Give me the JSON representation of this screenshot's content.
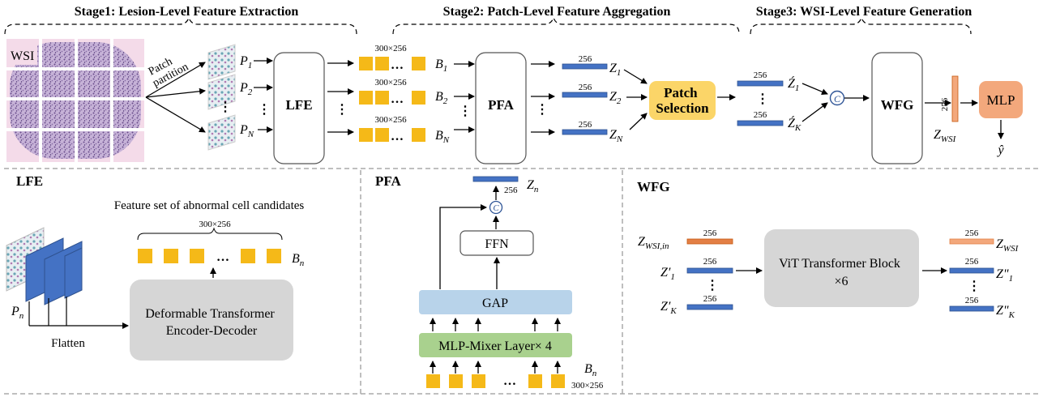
{
  "stages": {
    "stage1": "Stage1: Lesion-Level Feature Extraction",
    "stage2": "Stage2: Patch-Level Feature Aggregation",
    "stage3": "Stage3: WSI-Level Feature Generation"
  },
  "stage1": {
    "wsi_label": "WSI",
    "partition_label_1": "Patch",
    "partition_label_2": "partition",
    "patches": [
      {
        "sym": "P",
        "sub": "1"
      },
      {
        "sym": "P",
        "sub": "2"
      },
      {
        "sym": "P",
        "sub": "N"
      }
    ],
    "lfe_label": "LFE"
  },
  "stage2": {
    "dims": [
      "300×256",
      "300×256",
      "300×256"
    ],
    "bags": [
      {
        "sym": "B",
        "sub": "1"
      },
      {
        "sym": "B",
        "sub": "2"
      },
      {
        "sym": "B",
        "sub": "N"
      }
    ],
    "pfa_label": "PFA",
    "z_dims": [
      "256",
      "256",
      "256"
    ],
    "z_outputs": [
      {
        "sym": "Z",
        "sub": "1"
      },
      {
        "sym": "Z",
        "sub": "2"
      },
      {
        "sym": "Z",
        "sub": "N"
      }
    ],
    "selection_line1": "Patch",
    "selection_line2": "Selection"
  },
  "stage3": {
    "sel_dims": [
      "256",
      "256"
    ],
    "sel_outputs": [
      {
        "sym": "Ź",
        "sub": "1"
      },
      {
        "sym": "Ź",
        "sub": "K"
      }
    ],
    "concat_symbol": "C",
    "wfg_label": "WFG",
    "wsi_dim": "256",
    "wsi_sym": "Z",
    "wsi_sub": "WSI",
    "mlp_label": "MLP",
    "y_hat": "ŷ"
  },
  "lfe_panel": {
    "title": "LFE",
    "feature_set_label": "Feature set of abnormal cell candidates",
    "dim": "300×256",
    "bag_sym": "B",
    "bag_sub": "n",
    "patch_sym": "P",
    "patch_sub": "n",
    "flatten_label": "Flatten",
    "encoder_line1": "Deformable Transformer",
    "encoder_line2": "Encoder-Decoder"
  },
  "pfa_panel": {
    "title": "PFA",
    "out_sym": "Z",
    "out_sub": "n",
    "out_dim": "256",
    "concat_symbol": "C",
    "ffn_label": "FFN",
    "gap_label": "GAP",
    "mixer_label": "MLP-Mixer Layer× 4",
    "in_sym": "B",
    "in_sub": "n",
    "in_dim": "300×256"
  },
  "wfg_panel": {
    "title": "WFG",
    "in_wsi_sym": "Z",
    "in_wsi_sub": "WSI,in",
    "in_dims": [
      "256",
      "256",
      "256"
    ],
    "in_feats": [
      {
        "sym": "Z′",
        "sub": "1"
      },
      {
        "sym": "Z′",
        "sub": "K"
      }
    ],
    "vit_line1": "ViT Transformer Block",
    "vit_line2": "×6",
    "out_dims": [
      "256",
      "256",
      "256"
    ],
    "out_wsi_sym": "Z",
    "out_wsi_sub": "WSI",
    "out_feats": [
      {
        "sym": "Z\"",
        "sub": "1"
      },
      {
        "sym": "Z\"",
        "sub": "K"
      }
    ]
  },
  "colors": {
    "token_yellow": "#f5b918",
    "vector_blue": "#4472c4",
    "vector_orange": "#e37f45",
    "selection_yellow": "#fbd568",
    "mlp_orange": "#f3a87c",
    "gap_blue": "#b8d3ea",
    "mixer_green": "#a9d18e",
    "gray_block": "#d6d6d6",
    "tissue_purple": "#8a6fa8"
  }
}
